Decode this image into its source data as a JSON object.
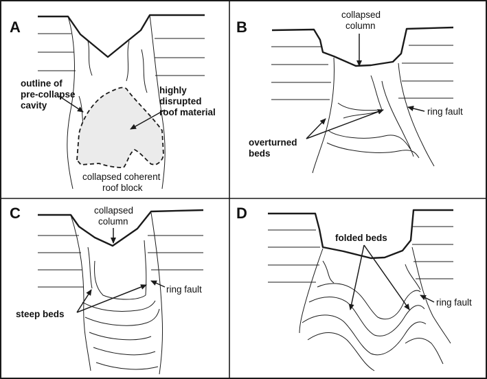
{
  "panels": {
    "a": {
      "letter": "A",
      "outline_label": [
        "outline of",
        "pre-collapse",
        "cavity"
      ],
      "disrupted_label": [
        "highly",
        "disrupted",
        "roof material"
      ],
      "coherent_label": [
        "collapsed coherent",
        "roof block"
      ]
    },
    "b": {
      "letter": "B",
      "column_label": [
        "collapsed",
        "column"
      ],
      "ring_fault_label": "ring fault",
      "overturned_label": [
        "overturned",
        "beds"
      ]
    },
    "c": {
      "letter": "C",
      "column_label": [
        "collapsed",
        "column"
      ],
      "ring_fault_label": "ring fault",
      "steep_label": "steep beds"
    },
    "d": {
      "letter": "D",
      "folded_label": "folded beds",
      "ring_fault_label": "ring fault"
    }
  },
  "colors": {
    "line": "#1a1a1a",
    "cavity_fill": "#ebebeb",
    "background": "#ffffff"
  }
}
